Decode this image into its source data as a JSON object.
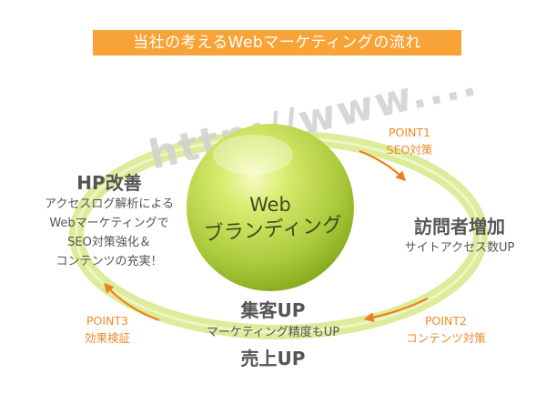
{
  "title": "当社の考えるWebマーケティングの流れ",
  "watermark": "http://www....",
  "center": {
    "line1": "Web",
    "line2": "ブランディング"
  },
  "hp": {
    "title": "HP改善",
    "lines": [
      "アクセスログ解析による",
      "Webマーケティングで",
      "SEO対策強化＆",
      "コンテンツの充実！"
    ]
  },
  "visits": {
    "title": "訪問者増加",
    "subtitle": "サイトアクセス数UP"
  },
  "bottom": {
    "top": "集客UP",
    "middle": "マーケティング精度もUP",
    "bottom": "売上UP"
  },
  "point1": {
    "label": "POINT1",
    "sub": "SEO対策"
  },
  "point2": {
    "label": "POINT2",
    "sub": "コンテンツ対策"
  },
  "point3": {
    "label": "POINT3",
    "sub": "効果検証"
  },
  "colors": {
    "title_bg": "#f7a338",
    "ring": "#dcec9a",
    "arrow": "#f07f1a",
    "sphere_light": "#e4f28a",
    "sphere_dark": "#8fb51e",
    "text": "#555555",
    "point": "#ef8a2a"
  }
}
